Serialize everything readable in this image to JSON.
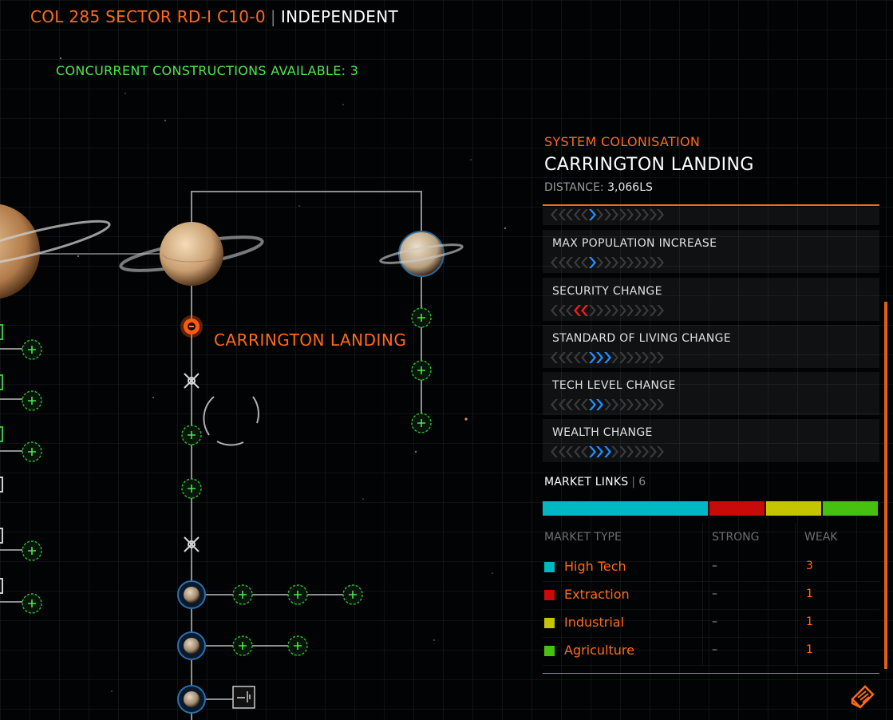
{
  "header": {
    "system_name": "COL 285 SECTOR RD-I C10-0",
    "separator": "|",
    "faction": "INDEPENDENT"
  },
  "concurrent_constructions": "CONCURRENT CONSTRUCTIONS AVAILABLE: 3",
  "map": {
    "selected_label": "CARRINGTON LANDING"
  },
  "panel": {
    "subtitle": "SYSTEM COLONISATION",
    "title": "CARRINGTON LANDING",
    "distance_label": "DISTANCE:",
    "distance_value": "3,066LS",
    "stats": [
      {
        "label": "",
        "level": 1,
        "direction": "positive"
      },
      {
        "label": "MAX POPULATION INCREASE",
        "level": 1,
        "direction": "positive"
      },
      {
        "label": "SECURITY CHANGE",
        "level": 2,
        "direction": "negative"
      },
      {
        "label": "STANDARD OF LIVING CHANGE",
        "level": 3,
        "direction": "positive"
      },
      {
        "label": "TECH LEVEL CHANGE",
        "level": 2,
        "direction": "positive"
      },
      {
        "label": "WEALTH CHANGE",
        "level": 3,
        "direction": "positive"
      }
    ],
    "market_links_label": "MARKET LINKS",
    "market_links_separator": "|",
    "market_links_count": "6",
    "market_bar": [
      {
        "type": "High Tech",
        "share": 3,
        "color": "#00b8c4"
      },
      {
        "type": "Extraction",
        "share": 1,
        "color": "#c80a0a"
      },
      {
        "type": "Industrial",
        "share": 1,
        "color": "#c4c400"
      },
      {
        "type": "Agriculture",
        "share": 1,
        "color": "#48c010"
      }
    ],
    "columns": {
      "type": "MARKET TYPE",
      "strong": "STRONG",
      "weak": "WEAK"
    },
    "markets": [
      {
        "name": "High Tech",
        "strong": "–",
        "weak": "3",
        "color": "#00b8c4"
      },
      {
        "name": "Extraction",
        "strong": "–",
        "weak": "1",
        "color": "#c80a0a"
      },
      {
        "name": "Industrial",
        "strong": "–",
        "weak": "1",
        "color": "#c4c400"
      },
      {
        "name": "Agriculture",
        "strong": "–",
        "weak": "1",
        "color": "#48c010"
      }
    ],
    "codex_icon": "codex-book-icon"
  },
  "colors": {
    "accent": "#ff6a1a",
    "green": "#4ee64e",
    "chevron_positive": "#1e90ff",
    "chevron_negative": "#ff1a1a"
  }
}
